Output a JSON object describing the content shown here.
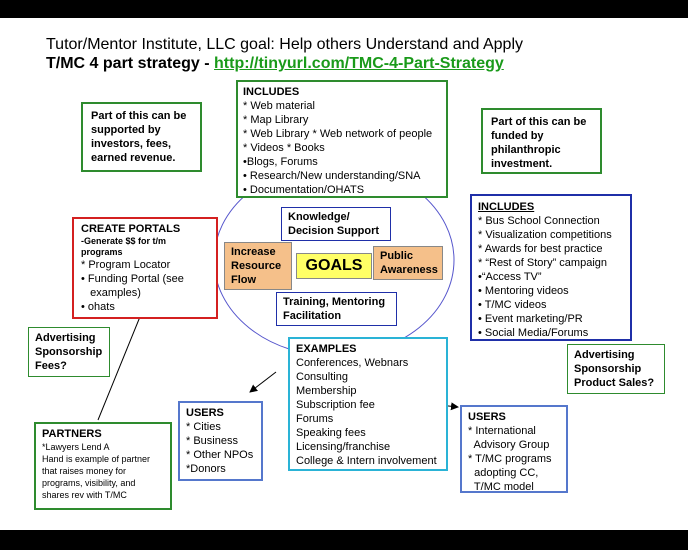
{
  "title": {
    "line1": "Tutor/Mentor Institute, LLC goal: Help others Understand and Apply",
    "line2_prefix": "T/MC 4 part strategy - ",
    "line2_link": "http://tinyurl.com/TMC-4-Part-Strategy"
  },
  "colors": {
    "green": "#2e8b2e",
    "blue": "#1f2fa8",
    "red": "#d42020",
    "cyan": "#2ab3d6",
    "orange": "#f5c08a",
    "yellow": "#ffff66",
    "ellipse": "#5555cc",
    "link": "#1a9a1a"
  },
  "supported_note": [
    "Part of this can be",
    "supported by",
    "investors, fees,",
    "earned revenue."
  ],
  "funded_note": [
    "Part of this can be",
    "funded by",
    "philanthropic",
    "investment."
  ],
  "includes_top": {
    "heading": "INCLUDES",
    "items": [
      "* Web material",
      "* Map Library",
      "* Web Library * Web network of people",
      "* Videos  * Books",
      "•Blogs, Forums",
      "• Research/New understanding/SNA",
      "• Documentation/OHATS"
    ]
  },
  "includes_right": {
    "heading": "INCLUDES",
    "items": [
      "* Bus School Connection",
      "* Visualization competitions",
      "* Awards for best practice",
      "* “Rest of Story” campaign",
      "•“Access TV”",
      "• Mentoring videos",
      "• T/MC videos",
      "• Event marketing/PR",
      "• Social Media/Forums"
    ]
  },
  "create_portals": {
    "heading": "CREATE PORTALS",
    "sub": [
      "-Generate $$ for t/m",
      "programs"
    ],
    "items": [
      "*  Program Locator",
      "•  Funding Portal (see",
      "   examples)",
      "•  ohats"
    ]
  },
  "center": {
    "knowledge": [
      "Knowledge/",
      "Decision Support"
    ],
    "increase": [
      "Increase",
      "Resource",
      "Flow"
    ],
    "goals": "GOALS",
    "public": [
      "Public",
      "Awareness"
    ],
    "training": [
      "Training, Mentoring",
      "Facilitation"
    ]
  },
  "advertising_left": [
    "Advertising",
    "Sponsorship",
    "Fees?"
  ],
  "advertising_right": [
    "Advertising",
    "Sponsorship",
    "Product Sales?"
  ],
  "examples": {
    "heading": "EXAMPLES",
    "items": [
      "Conferences, Webnars",
      "Consulting",
      "Membership",
      "Subscription fee",
      "Forums",
      "Speaking fees",
      "Licensing/franchise",
      "College & Intern involvement"
    ]
  },
  "users_mid": {
    "heading": "USERS",
    "items": [
      "* Cities",
      "* Business",
      "* Other NPOs",
      "*Donors"
    ]
  },
  "users_right": {
    "heading": "USERS",
    "items": [
      "* International",
      "  Advisory Group",
      "* T/MC programs",
      "  adopting CC,",
      "  T/MC model"
    ]
  },
  "partners": {
    "heading": "PARTNERS",
    "items": [
      "*Lawyers Lend A",
      "Hand is example of partner",
      "that raises money for",
      "programs, visibility, and",
      "shares rev with T/MC"
    ]
  }
}
